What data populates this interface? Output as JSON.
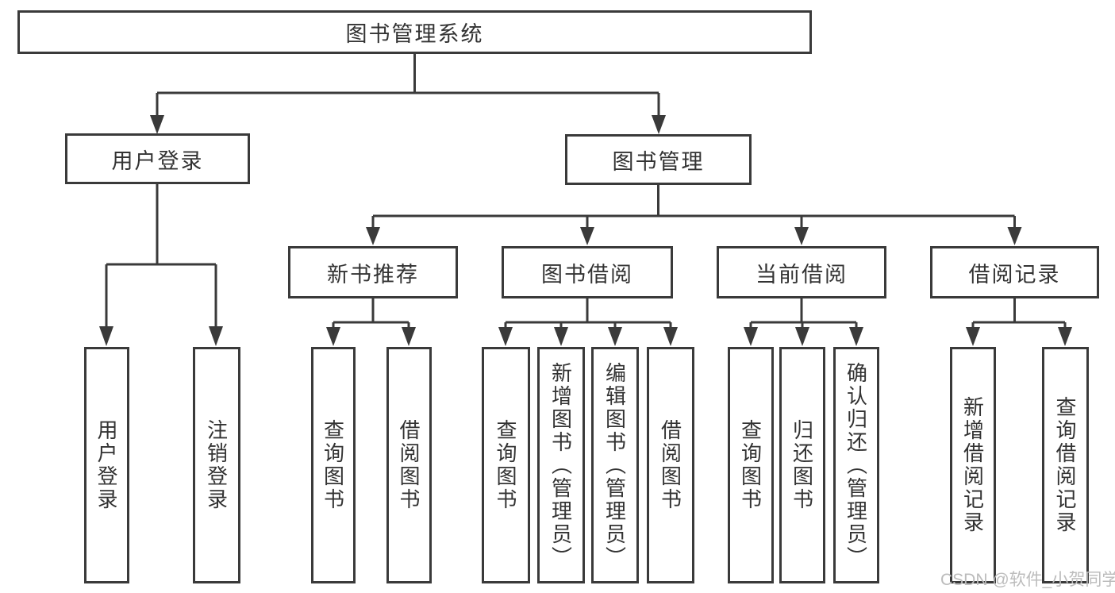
{
  "diagram": {
    "root": "图书管理系统",
    "level2": {
      "user_login": "用户登录",
      "book_management": "图书管理"
    },
    "level3": {
      "new_book": "新书推荐",
      "book_borrow": "图书借阅",
      "current_borrow": "当前借阅",
      "borrow_record": "借阅记录"
    },
    "level4": {
      "user_login_children": [
        "用户登录",
        "注销登录"
      ],
      "new_book_children": [
        "查询图书",
        "借阅图书"
      ],
      "book_borrow_children": [
        "查询图书",
        "新增图书（管理员）",
        "编辑图书（管理员）",
        "借阅图书"
      ],
      "current_borrow_children": [
        "查询图书",
        "归还图书",
        "确认归还（管理员）"
      ],
      "borrow_record_children": [
        "新增借阅记录",
        "查询借阅记录"
      ]
    }
  },
  "watermark": "CSDN @软件_小贺同学",
  "colors": {
    "line": "#3a3a3a",
    "text": "#333333",
    "watermark": "#bcbcbc",
    "background": "#ffffff"
  }
}
